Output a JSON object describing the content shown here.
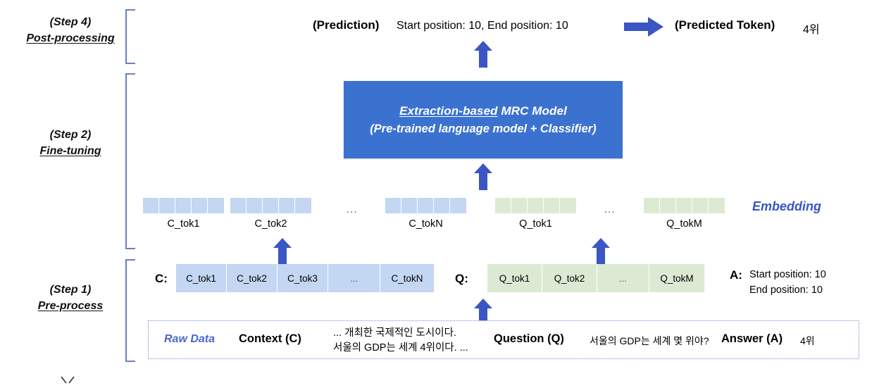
{
  "steps": [
    {
      "id": "step4",
      "line1": "(Step 4)",
      "line2": "Post-processing"
    },
    {
      "id": "step2",
      "line1": "(Step 2)",
      "line2": "Fine-tuning"
    },
    {
      "id": "step1",
      "line1": "(Step 1)",
      "line2": "Pre-process"
    }
  ],
  "prediction": {
    "label": "(Prediction)",
    "value": "Start position: 10,  End position: 10",
    "token_label": "(Predicted Token)",
    "token_value": "4위"
  },
  "model": {
    "line1_underlined": "Extraction-based",
    "line1_rest": " MRC Model",
    "line2": "(Pre-trained language model + Classifier)"
  },
  "embedding": {
    "title": "Embedding",
    "cells_per_block": 5,
    "ellipsis": "...",
    "context_blocks": [
      {
        "label": "C_tok1"
      },
      {
        "label": "C_tok2"
      },
      {
        "label": "C_tokN"
      }
    ],
    "question_blocks": [
      {
        "label": "Q_tok1"
      },
      {
        "label": "Q_tokM"
      }
    ]
  },
  "tokens": {
    "context_prefix": "C:",
    "context_cells": [
      "C_tok1",
      "C_tok2",
      "C_tok3",
      "...",
      "C_tokN"
    ],
    "question_prefix": "Q:",
    "question_cells": [
      "Q_tok1",
      "Q_tok2",
      "...",
      "Q_tokM"
    ],
    "answer_prefix": "A:",
    "answer_start": "Start position: 10",
    "answer_end": "End position: 10"
  },
  "raw_data": {
    "title": "Raw Data",
    "context_key": "Context (C)",
    "context_line1": "... 개최한 국제적인 도시이다.",
    "context_line2": "서울의 GDP는 세계 4위이다. ...",
    "question_key": "Question (Q)",
    "question_value": "서울의 GDP는 세계 몇 위야?",
    "answer_key": "Answer (A)",
    "answer_value": "4위"
  },
  "colors": {
    "model_box": "#3b72d0",
    "arrow": "#3b55c4",
    "bracket": "#6a7fc4",
    "token_blue": "#c3d6f2",
    "token_green": "#dcead4",
    "embedding_text": "#3b55c4",
    "raw_title": "#4a67c8"
  }
}
